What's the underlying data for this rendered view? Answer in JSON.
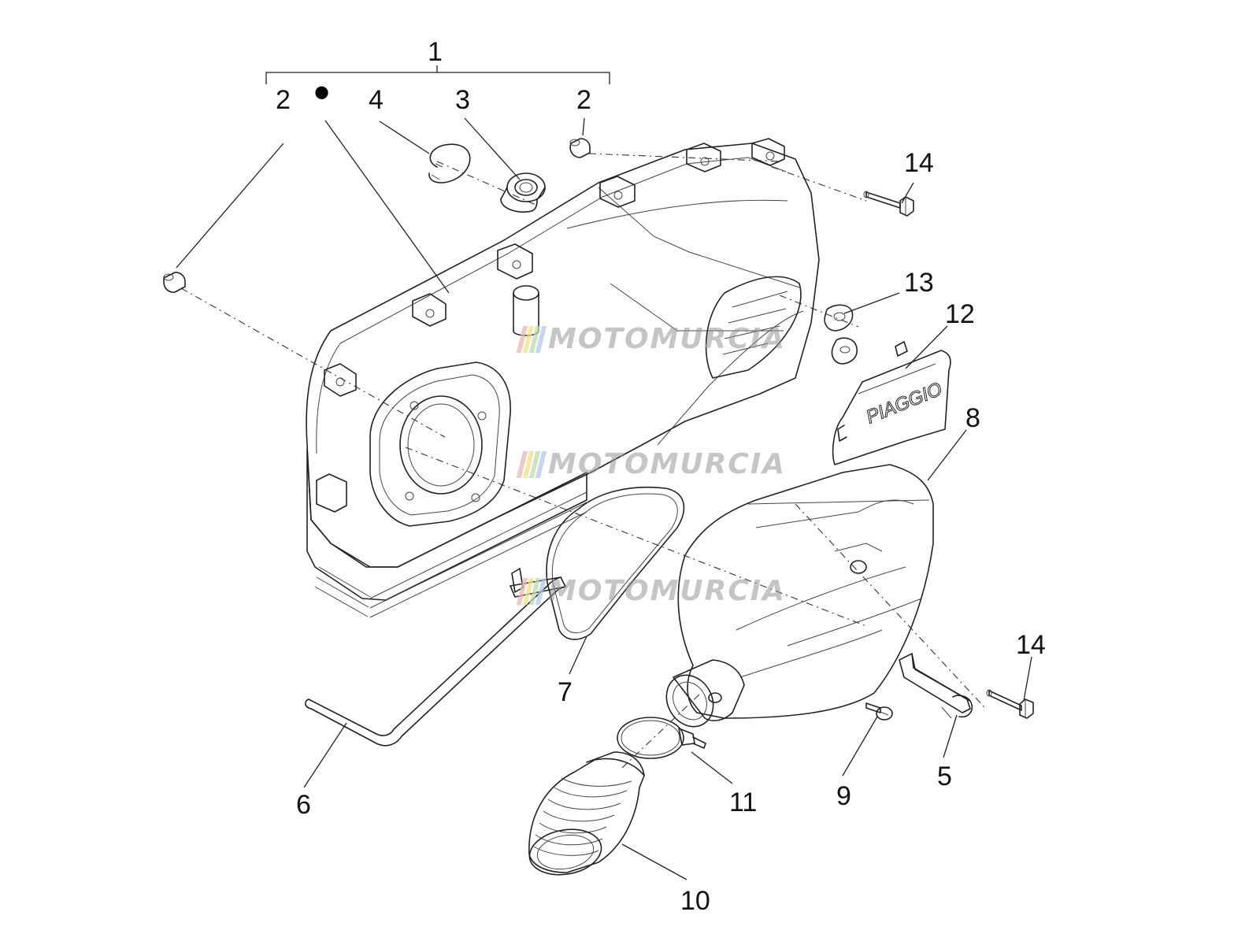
{
  "diagram": {
    "callouts": [
      "1",
      "2",
      "•",
      "4",
      "3",
      "2",
      "14",
      "13",
      "12",
      "8",
      "7",
      "6",
      "10",
      "11",
      "9",
      "5",
      "14"
    ],
    "watermark": {
      "text": "MOTOMURCIA",
      "stripe_colors": [
        "#e5b8b8",
        "#f1e08a",
        "#b9dcae",
        "#b6c8e6"
      ]
    },
    "badge_text": "PIAGGIO"
  }
}
